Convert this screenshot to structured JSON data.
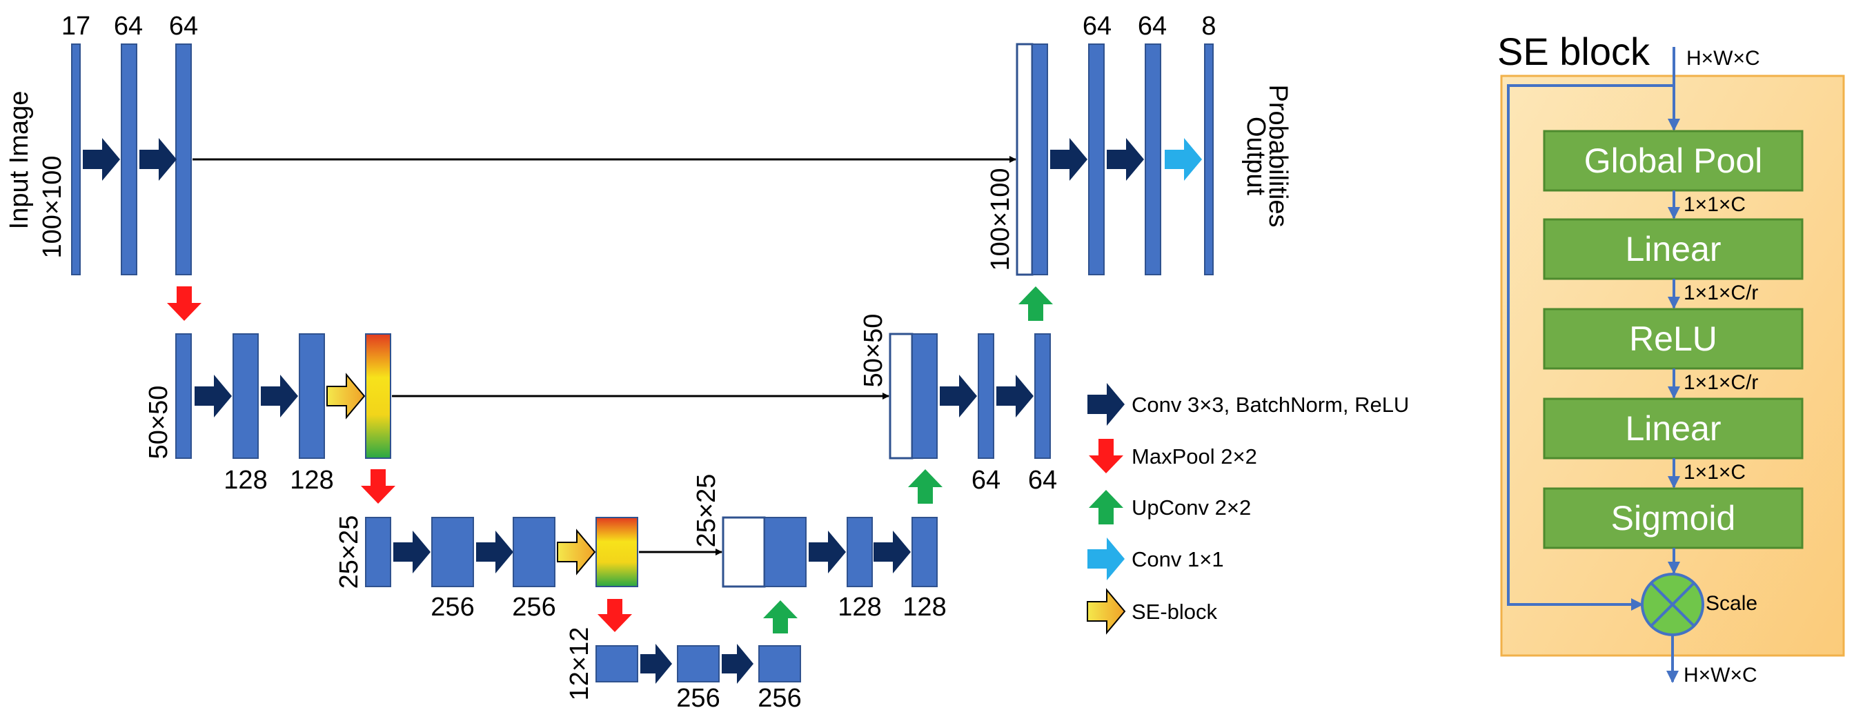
{
  "colors": {
    "feature_map": "#4472C4",
    "feature_map_stroke": "#2F528F",
    "conv_arrow": "#0D2A5C",
    "maxpool_arrow": "#FF1A1A",
    "upconv_arrow": "#1AAB4F",
    "conv1x1_arrow": "#27AEEA",
    "se_panel": "#FCD79A",
    "se_panel_border": "#F1B14A",
    "se_block_fill": "#70AD47",
    "se_block_border": "#4E8A2E",
    "scale_fill": "#70C64A"
  },
  "unet": {
    "level1": {
      "input_label": "Input Image",
      "input_size": "100×100",
      "channels": [
        "17",
        "64",
        "64"
      ],
      "decoder_size": "100×100",
      "decoder_channels": [
        "64",
        "64",
        "8"
      ],
      "output_label_line1": "Output",
      "output_label_line2": "Probabilities"
    },
    "level2": {
      "size": "50×50",
      "channels": [
        "128",
        "128"
      ],
      "decoder_size": "50×50",
      "decoder_channels": [
        "64",
        "64"
      ]
    },
    "level3": {
      "size": "25×25",
      "channels": [
        "256",
        "256"
      ],
      "decoder_size": "25×25",
      "decoder_channels": [
        "128",
        "128"
      ]
    },
    "level4": {
      "size": "12×12",
      "channels": [
        "256",
        "256"
      ]
    }
  },
  "legend": {
    "conv": "Conv 3×3, BatchNorm, ReLU",
    "maxpool": "MaxPool 2×2",
    "upconv": "UpConv 2×2",
    "conv1x1": "Conv 1×1",
    "se": "SE-block"
  },
  "se_block": {
    "title": "SE block",
    "input_dim": "H×W×C",
    "steps": [
      "Global Pool",
      "Linear",
      "ReLU",
      "Linear",
      "Sigmoid"
    ],
    "dims": [
      "1×1×C",
      "1×1×C/r",
      "1×1×C/r",
      "1×1×C"
    ],
    "scale_label": "Scale",
    "output_dim": "H×W×C"
  }
}
